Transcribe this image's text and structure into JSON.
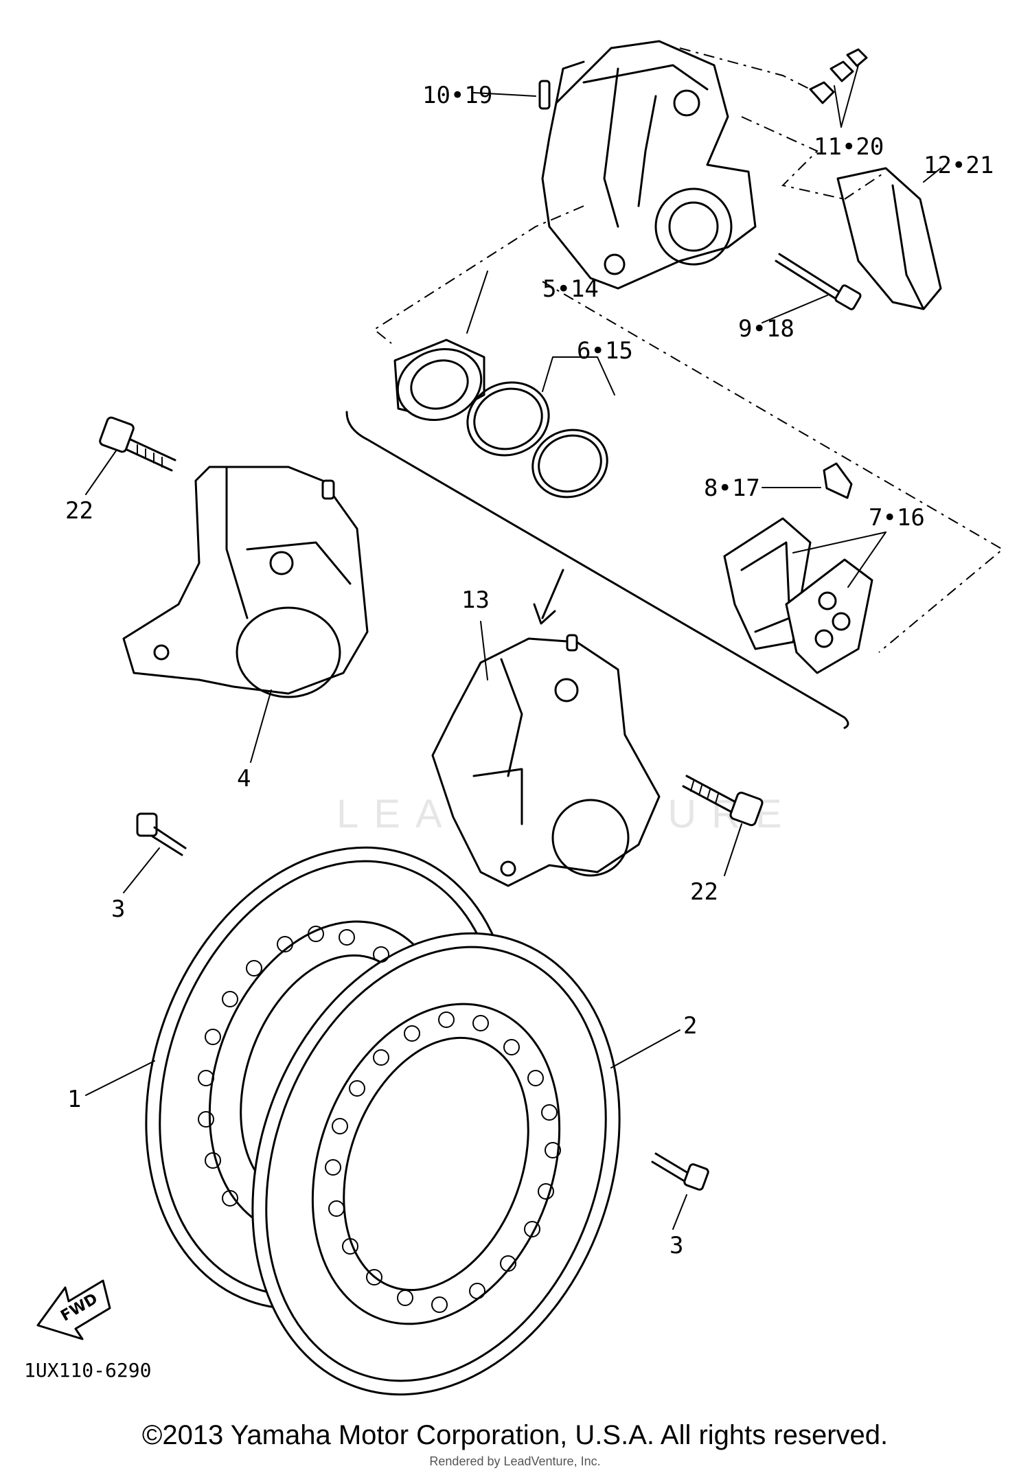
{
  "labels": {
    "l1019": "10•19",
    "l1120": "11•20",
    "l1221": "12•21",
    "l514": "5•14",
    "l918": "9•18",
    "l615": "6•15",
    "l22a": "22",
    "l817": "8•17",
    "l716": "7•16",
    "l13": "13",
    "l4": "4",
    "l3a": "3",
    "l22b": "22",
    "l2": "2",
    "l1": "1",
    "l3b": "3"
  },
  "fwd_label": "FWD",
  "diagram_code": "1UX110-6290",
  "watermark": "LEADVENTURE",
  "copyright": "©2013 Yamaha Motor Corporation, U.S.A. All rights reserved.",
  "rendered_by": "Rendered by LeadVenture, Inc."
}
